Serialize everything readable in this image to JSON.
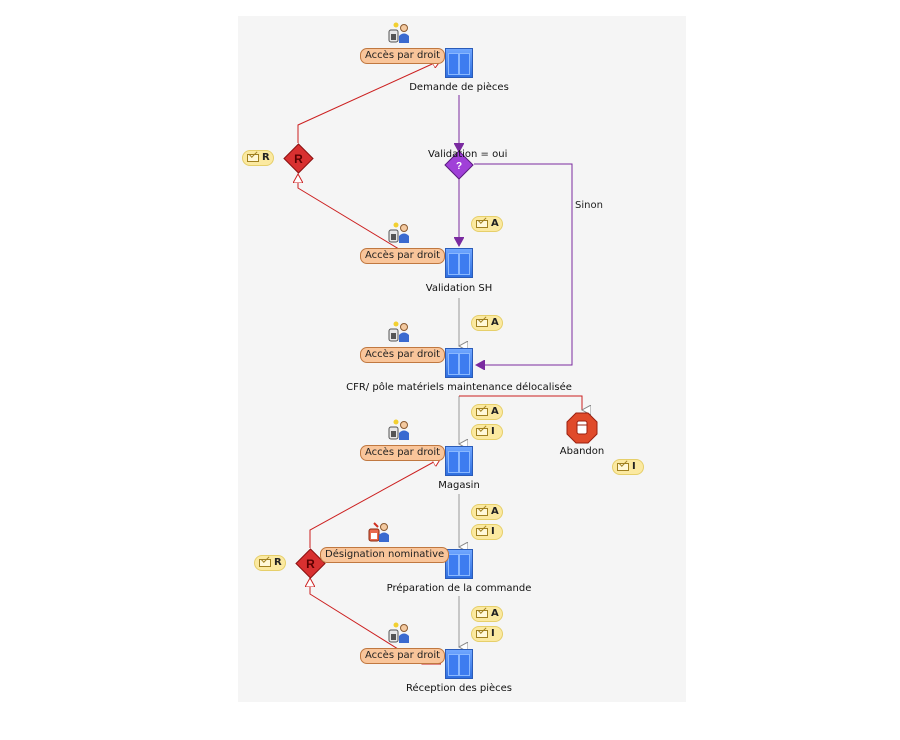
{
  "tasks": {
    "demande": "Demande de pièces",
    "validation_sh": "Validation SH",
    "cfr": "CFR/ pôle matériels maintenance délocalisée",
    "magasin": "Magasin",
    "preparation": "Préparation de la commande",
    "reception": "Réception des pièces"
  },
  "roles": {
    "acces": "Accès par droit",
    "designation": "Désignation nominative"
  },
  "decision": {
    "condition": "Validation = oui",
    "sinon": "Sinon",
    "gateway_mark": "?"
  },
  "end": {
    "abandon": "Abandon"
  },
  "reject_mark": "R",
  "badges": {
    "r": "R",
    "a": "A",
    "i": "I"
  },
  "colors": {
    "flow": "#9a9a9a",
    "decision": "#7a2aa0",
    "reject": "#cc2020",
    "task": "#3d7cf0"
  }
}
